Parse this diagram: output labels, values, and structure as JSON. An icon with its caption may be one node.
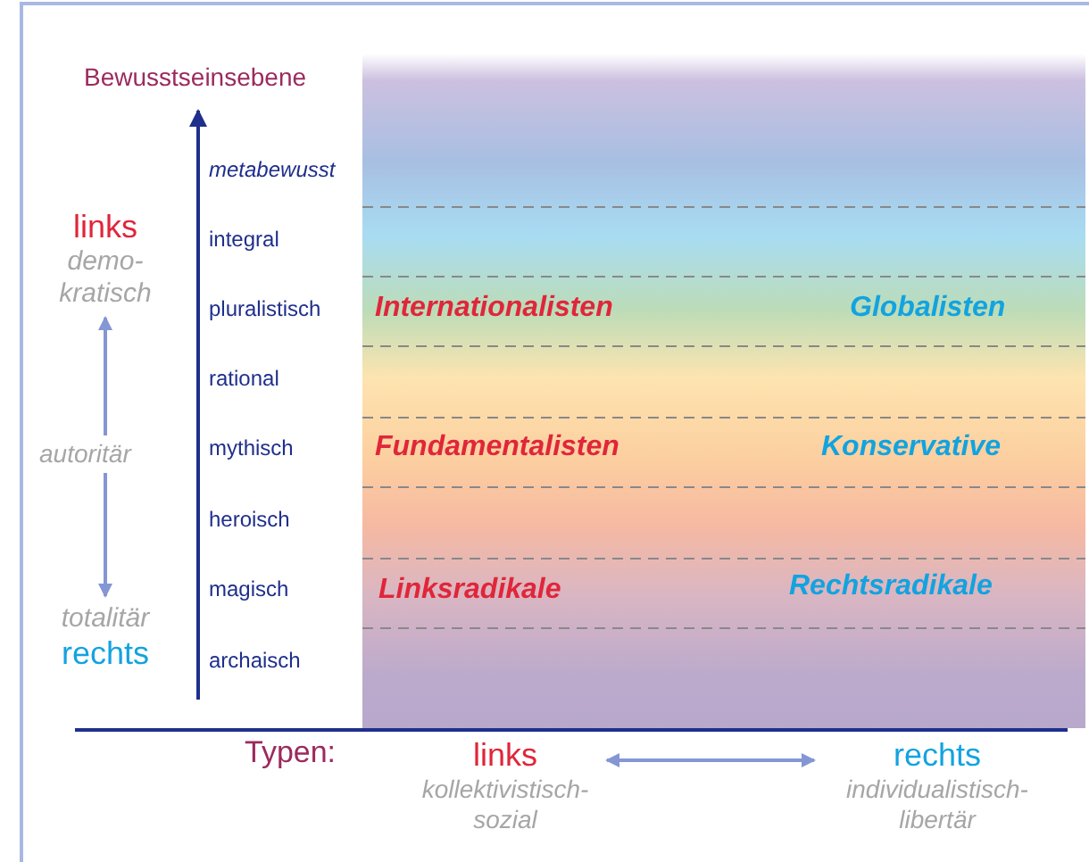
{
  "diagram": {
    "nodes": [
      {
        "text": [
          "links",
          "demo- kratisch"
        ]
      },
      {
        "text": [
          "totalitär",
          "rechts"
        ]
      },
      {
        "text": [
          "links",
          "kollektivistisch- sozial"
        ]
      },
      {
        "text": [
          "rechts",
          "individualistisch- libertär"
        ]
      }
    ],
    "edges": [
      {
        "from": 0,
        "to": 1,
        "arrow": "both"
      },
      {
        "from": 2,
        "to": 3,
        "arrow": "both"
      }
    ],
    "labels": [
      "Bewusstseinsebene",
      "metabewusst",
      "integral",
      "pluralistisch",
      "Internationalisten",
      "Globalisten",
      "rational",
      "autoritär",
      "mythisch",
      "Fundamentalisten",
      "Konservative",
      "heroisch",
      "magisch",
      "Linksradikale",
      "Rechtsradikale",
      "archaisch",
      "Typen:"
    ]
  }
}
